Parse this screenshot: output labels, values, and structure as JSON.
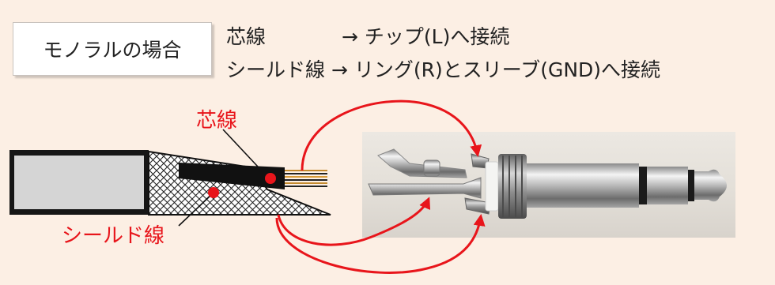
{
  "box_label": "モノラルの場合",
  "rules": {
    "line1_left": "芯線",
    "line1_right": "→ チップ(L)へ接続",
    "line2": "シールド線 → リング(R)とスリーブ(GND)へ接続"
  },
  "callouts": {
    "core": "芯線",
    "shield": "シールド線"
  },
  "colors": {
    "background": "#fcefe4",
    "accent": "#e8151b",
    "cable_body": "#101010"
  }
}
